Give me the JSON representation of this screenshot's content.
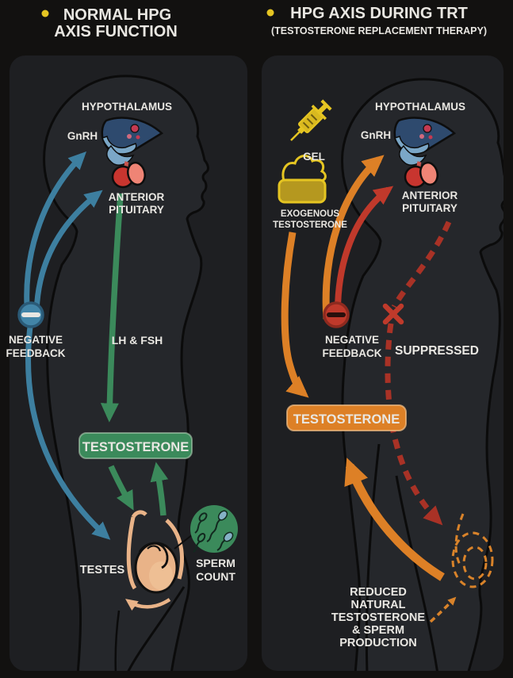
{
  "left": {
    "title_line1": "NORMAL HPG",
    "title_line2": "AXIS FUNCTION",
    "labels": {
      "hypothalamus": "HYPOTHALAMUS",
      "gnrh": "GnRH",
      "anterior_pituitary_l1": "ANTERIOR",
      "anterior_pituitary_l2": "PITUITARY",
      "negative_feedback_l1": "NEGATIVE",
      "negative_feedback_l2": "FEEDBACK",
      "lh_fsh": "LH & FSH",
      "testosterone_box": "TESTOSTERONE",
      "testes": "TESTES",
      "sperm_count_l1": "SPERM",
      "sperm_count_l2": "COUNT"
    }
  },
  "right": {
    "title": "HPG AXIS DURING TRT",
    "subtitle": "(TESTOSTERONE REPLACEMENT THERAPY)",
    "labels": {
      "gel": "GEL",
      "exogenous_l1": "EXOGENOUS",
      "exogenous_l2": "TESTOSTERONE",
      "hypothalamus": "HYPOTHALAMUS",
      "gnrh": "GnRH",
      "anterior_pituitary_l1": "ANTERIOR",
      "anterior_pituitary_l2": "PITUITARY",
      "negative_feedback_l1": "NEGATIVE",
      "negative_feedback_l2": "FEEDBACK",
      "suppressed": "SUPPRESSED",
      "testosterone_box": "TESTOSTERONE",
      "reduced_l1": "REDUCED",
      "reduced_l2": "NATURAL",
      "reduced_l3": "TESTOSTERONE",
      "reduced_l4": "& SPERM",
      "reduced_l5": "PRODUCTION"
    }
  },
  "icons": {
    "bullet": "yellow-dot-icon",
    "syringe": "syringe-icon",
    "gel_jar": "gel-jar-icon",
    "minus_blue": "minus-icon",
    "minus_red": "minus-icon",
    "x_mark": "x-icon",
    "sperm": "sperm-icon",
    "testis": "testis-illustration",
    "hypothalamus_pituitary": "hypothalamus-pituitary-illustration"
  },
  "colors": {
    "yellow": "#e5c522",
    "blue": "#4285a8",
    "blue_dark": "#2a5a77",
    "green": "#3b8a5b",
    "orange": "#dd8026",
    "red": "#c0392b",
    "red_dash": "#a93226",
    "flesh": "#e9b388",
    "text": "#e9e7e2",
    "panel_bg": "#1e1f22",
    "outer_bg": "#121110"
  }
}
